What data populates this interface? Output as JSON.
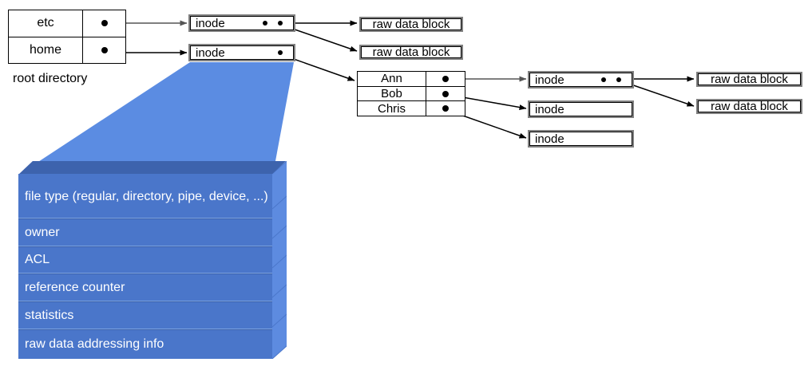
{
  "title": "UNIX file system inode diagram",
  "root_directory": {
    "caption": "root directory",
    "entries": [
      {
        "name": "etc",
        "pointer": "dot"
      },
      {
        "name": "home",
        "pointer": "dot"
      }
    ]
  },
  "home_directory": {
    "entries": [
      {
        "name": "Ann",
        "pointer": "dot"
      },
      {
        "name": "Bob",
        "pointer": "dot"
      },
      {
        "name": "Chris",
        "pointer": "dot"
      }
    ]
  },
  "inodes": [
    {
      "id": "inode-etc",
      "label": "inode",
      "pointer_count": 2
    },
    {
      "id": "inode-home",
      "label": "inode",
      "pointer_count": 1
    },
    {
      "id": "inode-ann",
      "label": "inode",
      "pointer_count": 2
    },
    {
      "id": "inode-bob",
      "label": "inode",
      "pointer_count": 0
    },
    {
      "id": "inode-chris",
      "label": "inode",
      "pointer_count": 0
    }
  ],
  "raw_blocks": [
    {
      "id": "raw-block-etc-1",
      "label": "raw data block"
    },
    {
      "id": "raw-block-etc-2",
      "label": "raw data block"
    },
    {
      "id": "raw-block-ann-1",
      "label": "raw data block"
    },
    {
      "id": "raw-block-ann-2",
      "label": "raw data block"
    }
  ],
  "inode_detail": {
    "fields": [
      "file type (regular, directory, pipe, device, ...)",
      "owner",
      "ACL",
      "reference counter",
      "statistics",
      "raw data addressing info"
    ]
  },
  "colors": {
    "detail_front": "#4a76ca",
    "detail_top": "#3d63ad",
    "detail_right": "#5d8be0",
    "wedge": "#5b8ce2",
    "box_border_outer": "#808080",
    "box_border_inner": "#000000",
    "line": "#000000"
  }
}
